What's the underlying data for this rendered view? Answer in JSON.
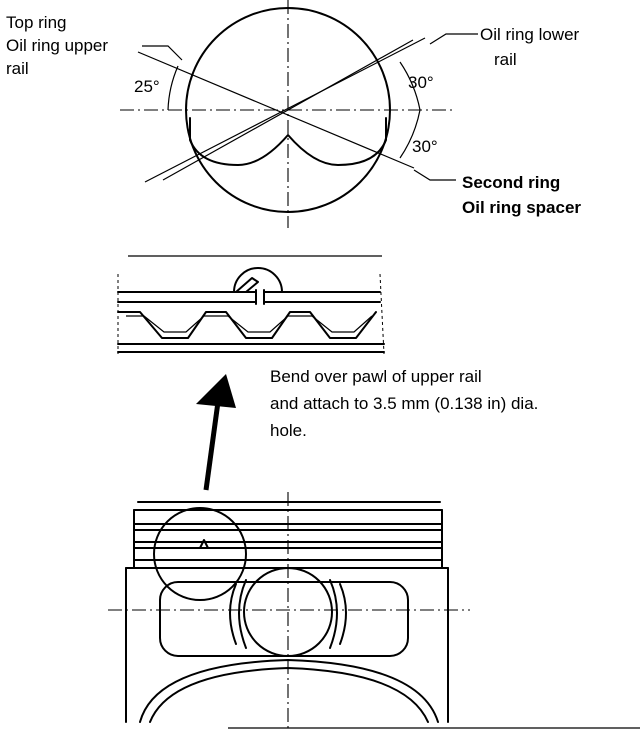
{
  "labels": {
    "top_ring": "Top ring",
    "oil_ring_upper_rail_1": "Oil ring upper",
    "oil_ring_upper_rail_2": "rail",
    "oil_ring_lower_rail_1": "Oil ring lower",
    "oil_ring_lower_rail_2": "rail",
    "angle_left": "25°",
    "angle_upper_right": "30°",
    "angle_lower_right": "30°",
    "second_ring": "Second ring",
    "oil_ring_spacer": "Oil ring spacer"
  },
  "note": {
    "line1": "Bend over pawl of upper rail",
    "line2": "and attach to 3.5 mm (0.138 in) dia.",
    "line3": "hole."
  }
}
